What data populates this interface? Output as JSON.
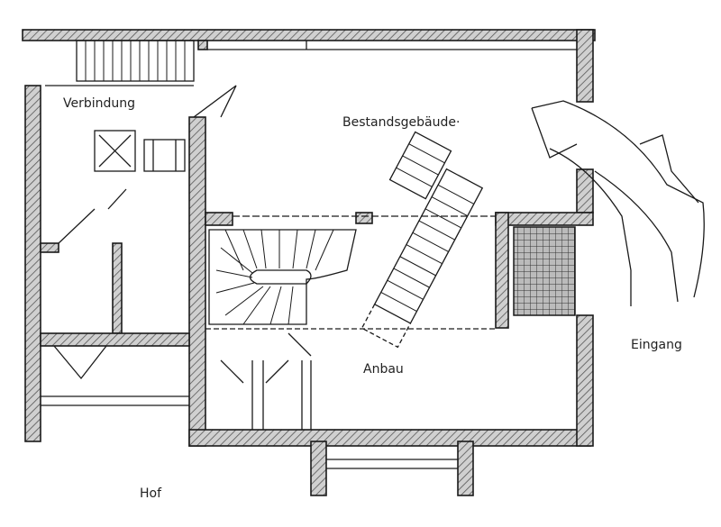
{
  "title": "Grundriss",
  "labels": {
    "verbindung": "Verbindung",
    "bestand": "Bestandsgebäude·",
    "anbau": "Anbau",
    "eingang": "Eingang",
    "hof": "Hof"
  },
  "colors": {
    "ink": "#1a1a1a",
    "hatch": "#8a8a8a",
    "wall_fill": "#c8c8c8"
  }
}
